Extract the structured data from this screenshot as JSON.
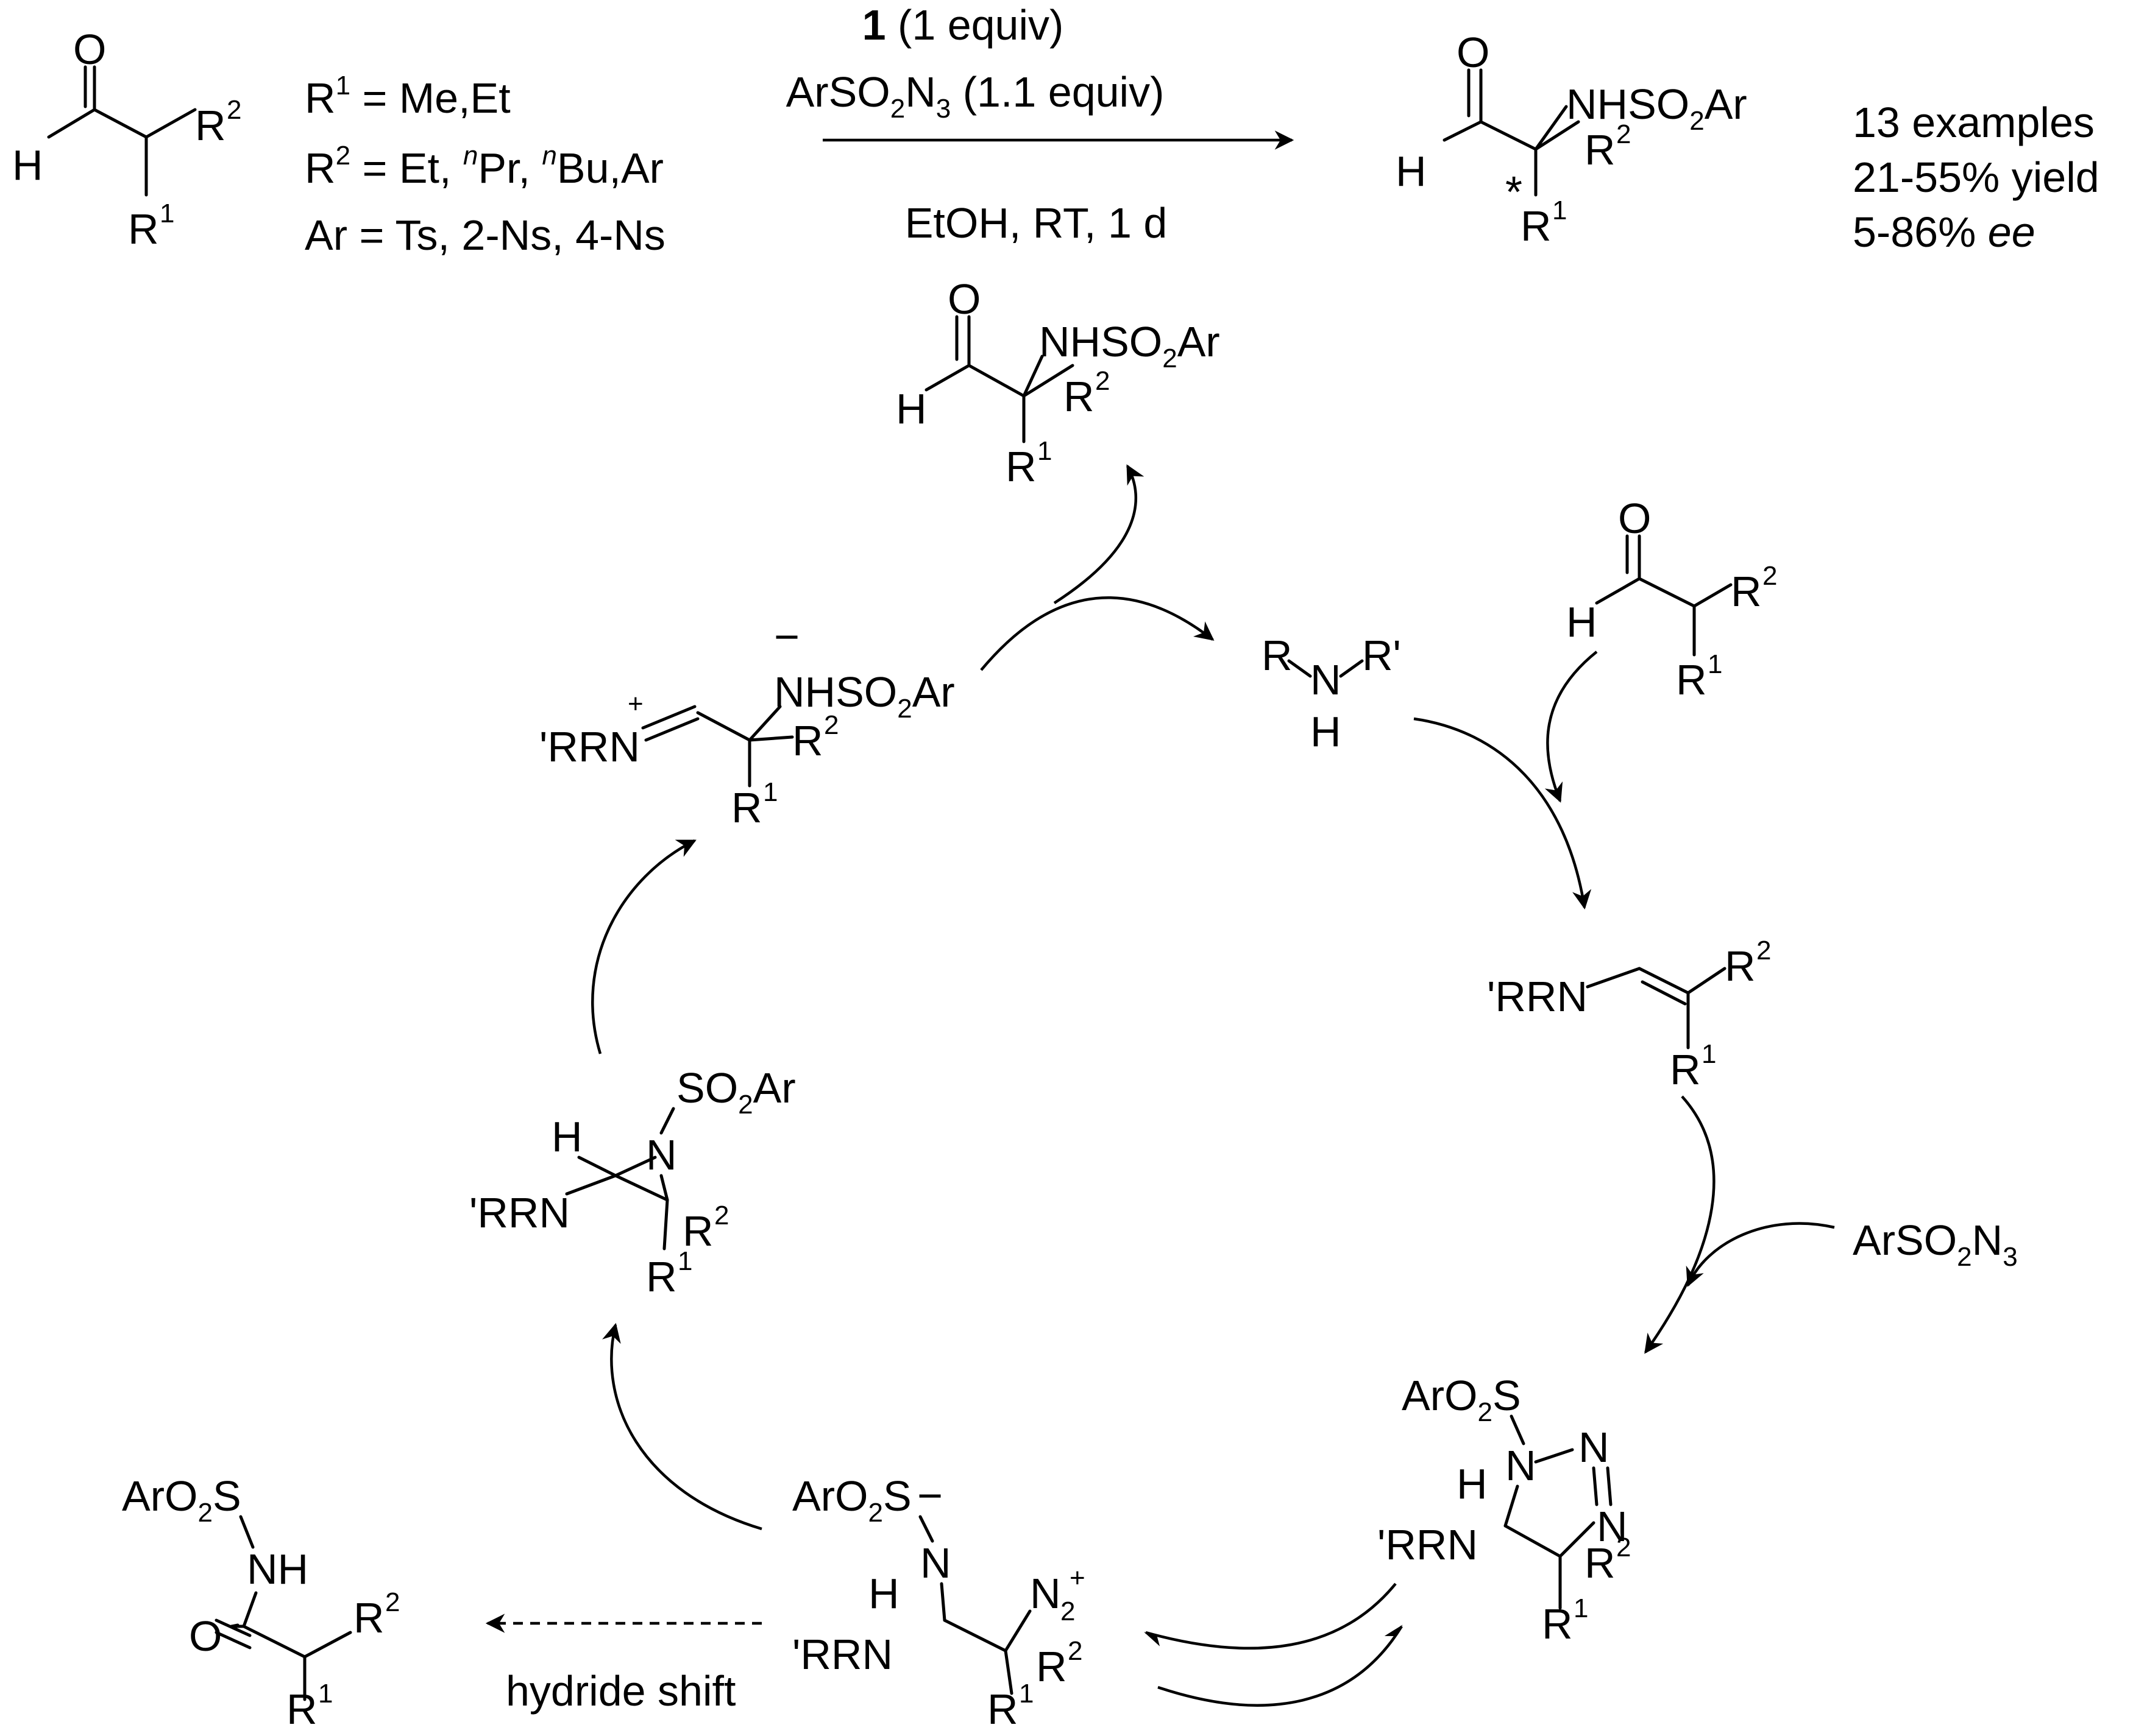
{
  "reaction": {
    "reagent_cat_num": "1",
    "reagent_cat_amt": " (1 equiv)",
    "reagent_azide": "ArSO2N3 (1.1 equiv)",
    "conditions": "EtOH, RT, 1 d",
    "scope_r1": "R1 = Me,Et",
    "scope_r2": "R2 = Et, nPr, nBu,Ar",
    "scope_ar": "Ar = Ts, 2-Ns, 4-Ns",
    "results_examples": "13 examples",
    "results_yield": "21-55% yield",
    "results_ee_num": "5-86% ",
    "results_ee_unit": "ee",
    "stereo_mark": "*"
  },
  "cycle": {
    "catalyst": "R–N(H)–R'",
    "side_product_label": "hydride shift",
    "external_reagent": "ArSO2N3"
  },
  "structures": {
    "aldehyde_start": "2-substituted aldehyde",
    "product": "α-sulfonamido aldehyde",
    "iminium": "iminium",
    "aziridine": "aziridine",
    "diazonium": "diazonium",
    "triazoline": "triazoline",
    "enamine": "enamine",
    "amide": "amide"
  }
}
